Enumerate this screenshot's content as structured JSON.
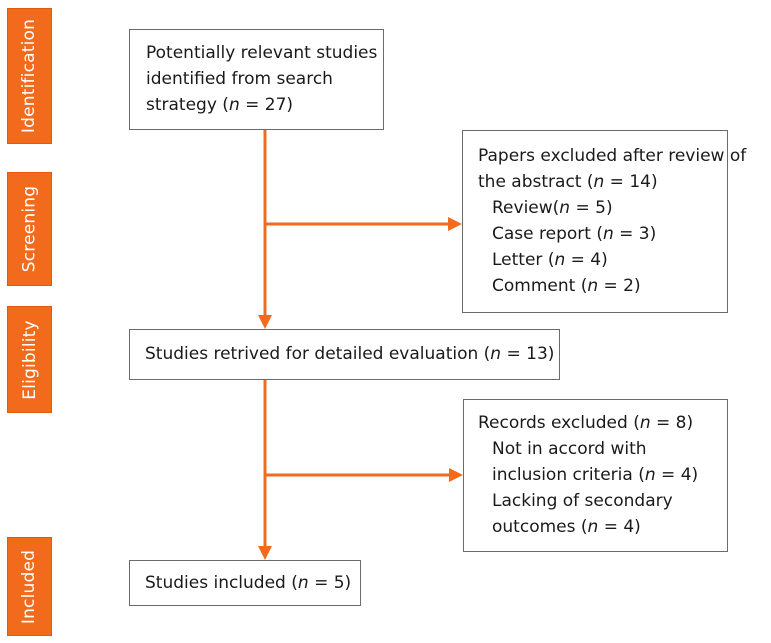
{
  "phases": {
    "identification": "Identification",
    "screening": "Screening",
    "eligibility": "Eligibility",
    "included": "Included"
  },
  "boxes": {
    "identified": {
      "line1": "Potentially relevant studies",
      "line2": "identified from search",
      "line3_pre": "strategy (",
      "n_symbol": "n",
      "line3_post": " = 27)"
    },
    "excluded_abstract": {
      "line1": "Papers excluded after review of",
      "line2_pre": "the abstract (",
      "line2_post": " = 14)",
      "items": [
        {
          "pre": "Review(",
          "post": " = 5)"
        },
        {
          "pre": "Case report (",
          "post": " = 3)"
        },
        {
          "pre": "Letter (",
          "post": " = 4)"
        },
        {
          "pre": "Comment (",
          "post": " = 2)"
        }
      ]
    },
    "retrieved": {
      "pre": "Studies retrived for detailed evaluation (",
      "post": " = 13)"
    },
    "excluded_records": {
      "line1_pre": "Records excluded (",
      "line1_post": " = 8)",
      "line2": "Not in accord with",
      "line3_pre": "inclusion criteria (",
      "line3_post": " = 4)",
      "line4": "Lacking of secondary",
      "line5_pre": "outcomes (",
      "line5_post": " = 4)"
    },
    "included": {
      "pre": "Studies included (",
      "post": " = 5)"
    }
  },
  "colors": {
    "accent": "#f26b1d",
    "box_border": "#6b6b6b"
  }
}
